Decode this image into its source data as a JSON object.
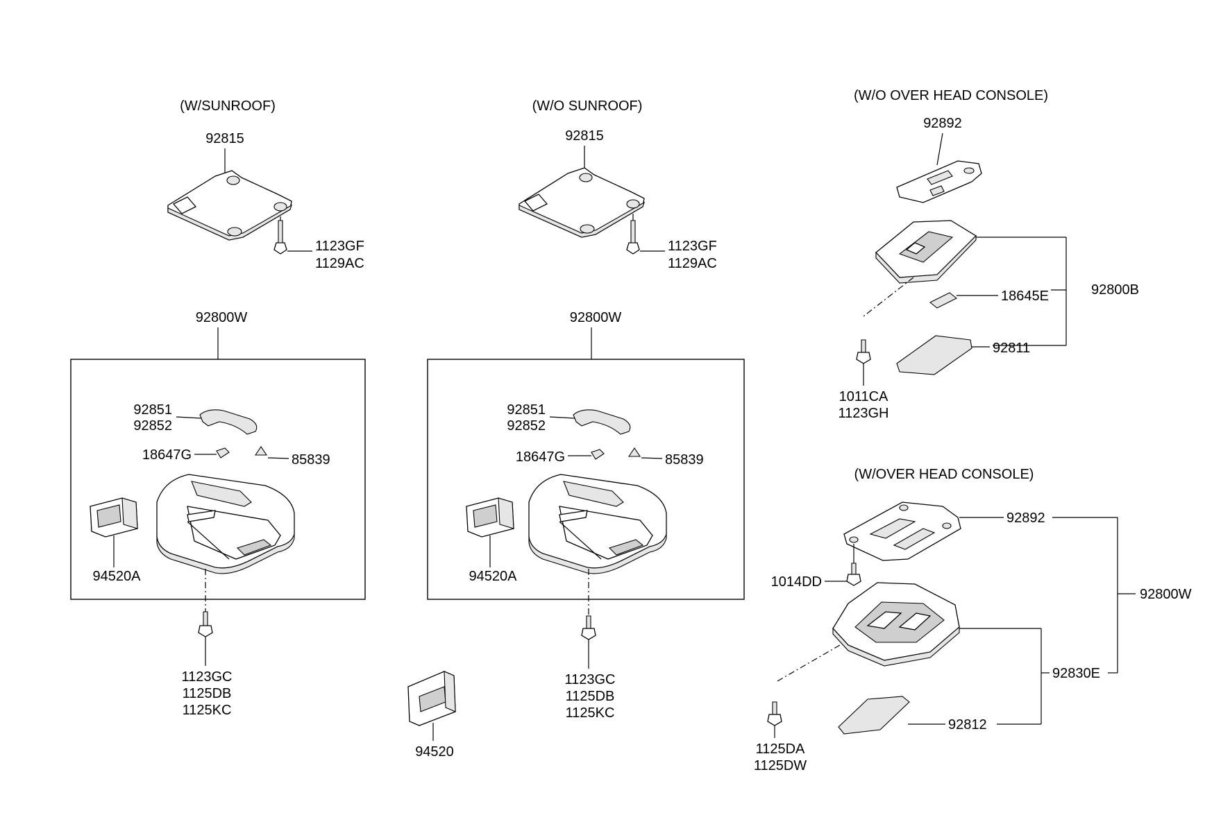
{
  "sections": {
    "w_sunroof": "(W/SUNROOF)",
    "wo_sunroof": "(W/O SUNROOF)",
    "wo_overhead": "(W/O OVER HEAD CONSOLE)",
    "w_overhead": "(W/OVER HEAD CONSOLE)"
  },
  "left": {
    "bracket": "92815",
    "screw_a": "1123GF",
    "screw_b": "1129AC",
    "assembly": "92800W",
    "lens_a": "92851",
    "lens_b": "92852",
    "bulb": "18647G",
    "clip": "85839",
    "module": "94520A",
    "bolt_a": "1123GC",
    "bolt_b": "1125DB",
    "bolt_c": "1125KC"
  },
  "middle": {
    "bracket": "92815",
    "screw_a": "1123GF",
    "screw_b": "1129AC",
    "assembly": "92800W",
    "lens_a": "92851",
    "lens_b": "92852",
    "bulb": "18647G",
    "clip": "85839",
    "module": "94520A",
    "bolt_a": "1123GC",
    "bolt_b": "1125DB",
    "bolt_c": "1125KC",
    "unit": "94520"
  },
  "upper_right": {
    "bracket": "92892",
    "bulb": "18645E",
    "assembly": "92800B",
    "lens": "92811",
    "screw_a": "1011CA",
    "screw_b": "1123GH"
  },
  "lower_right": {
    "bracket": "92892",
    "screw": "1014DD",
    "assembly": "92800W",
    "housing": "92830E",
    "lens": "92812",
    "bolt_a": "1125DA",
    "bolt_b": "1125DW"
  }
}
